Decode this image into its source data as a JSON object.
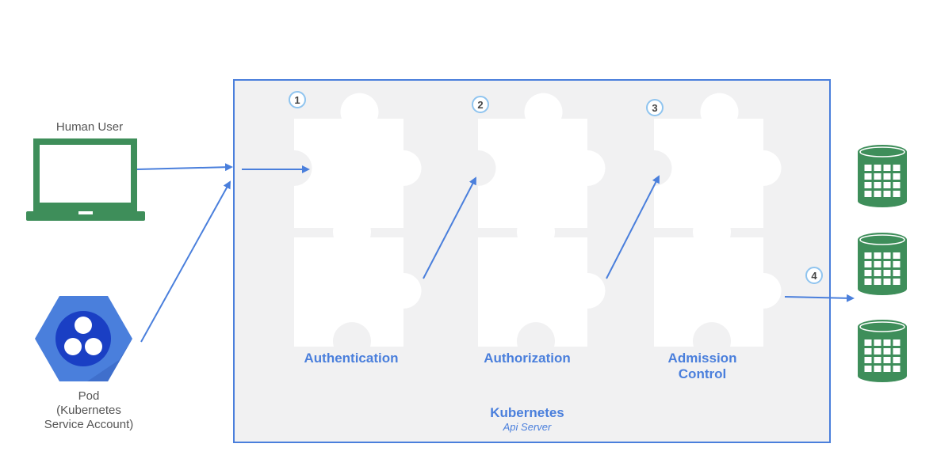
{
  "actors": {
    "human_user_label": "Human User",
    "pod_label_line1": "Pod",
    "pod_label_line2": "(Kubernetes",
    "pod_label_line3": "Service Account)"
  },
  "api_server": {
    "title": "Kubernetes",
    "subtitle": "Api Server"
  },
  "stages": [
    {
      "step": "1",
      "label_line1": "Authentication",
      "label_line2": ""
    },
    {
      "step": "2",
      "label_line1": "Authorization",
      "label_line2": ""
    },
    {
      "step": "3",
      "label_line1": "Admission",
      "label_line2": "Control"
    }
  ],
  "storage_step": "4",
  "colors": {
    "accent_blue": "#4a7fdc",
    "light_blue_circle": "#8fc4ef",
    "green": "#3e8e5a",
    "panel_bg": "#f1f1f2",
    "puzzle": "#ffffff",
    "pod_hex": "#4a7fdc",
    "pod_center": "#1a3fc4"
  },
  "icons": [
    "laptop-icon",
    "pod-hexagon-icon",
    "puzzle-piece-icon",
    "database-icon"
  ]
}
